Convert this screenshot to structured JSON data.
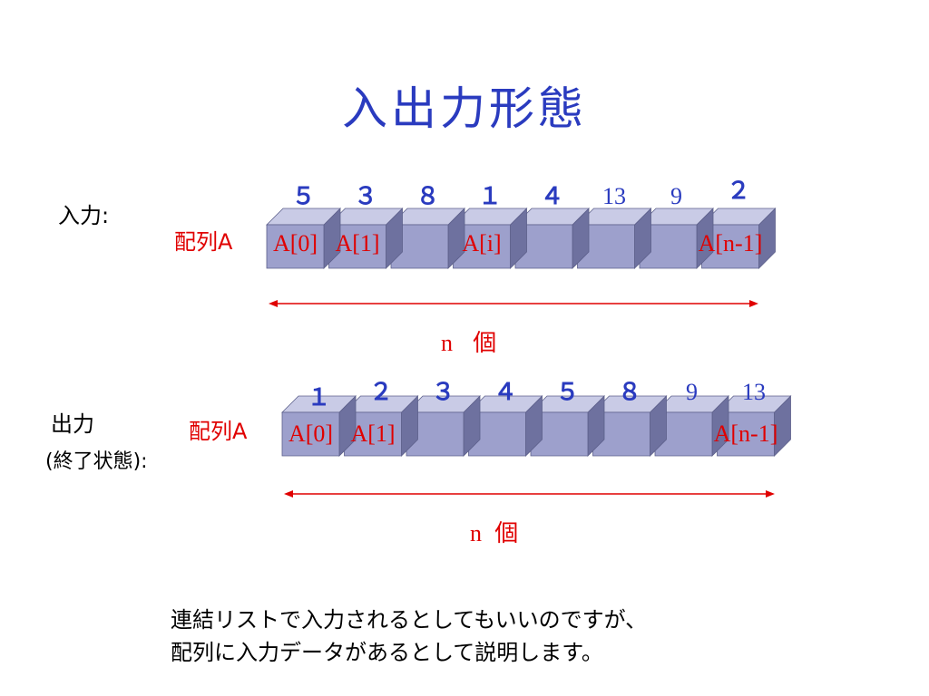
{
  "title": "入出力形態",
  "input": {
    "label": "入力:",
    "array_label": "配列A",
    "values": [
      {
        "text": "５",
        "style": "bold"
      },
      {
        "text": "３",
        "style": "bold"
      },
      {
        "text": "８",
        "style": "bold"
      },
      {
        "text": "１",
        "style": "bold"
      },
      {
        "text": "４",
        "style": "bold"
      },
      {
        "text": "13",
        "style": "serif"
      },
      {
        "text": "9",
        "style": "serif"
      },
      {
        "text": "２",
        "style": "bold"
      }
    ],
    "cell_labels": [
      "A[0]",
      "A[1]",
      "",
      "A[i]",
      "",
      "",
      "",
      "A[n-1]"
    ],
    "count_n": "n",
    "count_unit": "個"
  },
  "output": {
    "label_line1": "出力",
    "label_line2": "(終了状態):",
    "array_label": "配列A",
    "values": [
      {
        "text": "１",
        "style": "bold"
      },
      {
        "text": "２",
        "style": "bold"
      },
      {
        "text": "３",
        "style": "bold"
      },
      {
        "text": "４",
        "style": "bold"
      },
      {
        "text": "５",
        "style": "bold"
      },
      {
        "text": "８",
        "style": "bold"
      },
      {
        "text": "9",
        "style": "serif"
      },
      {
        "text": "13",
        "style": "serif"
      }
    ],
    "cell_labels": [
      "A[0]",
      "A[1]",
      "",
      "",
      "",
      "",
      "",
      "A[n-1]"
    ],
    "count_n": "n",
    "count_unit": "個"
  },
  "note": {
    "line1": "連結リストで入力されるとしてもいいのですが、",
    "line2": "配列に入力データがあるとして説明します。"
  },
  "colors": {
    "title": "#2a3bbf",
    "values": "#2a3bbf",
    "labels": "#e00000",
    "cube_front": "#9da0cc",
    "cube_top": "#c9cbe6",
    "cube_side": "#6e719f"
  }
}
